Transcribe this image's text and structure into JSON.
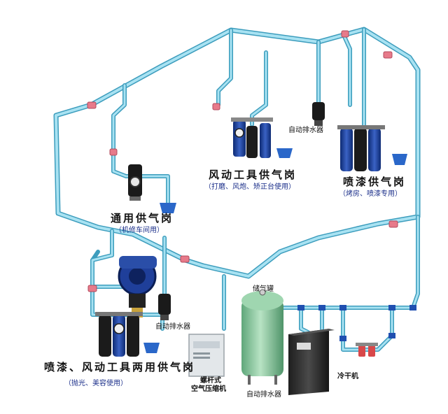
{
  "labels": {
    "general_station": "通用供气岗",
    "general_station_sub": "（机修车间用）",
    "pneumatic_station": "风动工具供气岗",
    "pneumatic_station_sub": "（打磨、风炮、矫正台使用）",
    "spray_station": "喷漆供气岗",
    "spray_station_sub": "（烤房、喷漆专用）",
    "dual_station": "喷漆、风动工具两用供气岗",
    "dual_station_sub": "（抛光、美容使用）",
    "auto_drain_top": "自动排水器",
    "auto_drain_mid": "自动排水器",
    "auto_drain_bottom": "自动排水器",
    "tank": "储气罐",
    "compressor_line1": "螺杆式",
    "compressor_line2": "空气压缩机",
    "dryer": "冷干机"
  },
  "colors": {
    "pipe": "#8fd3ea",
    "pipe_edge": "#3d9dbd",
    "tank": "#8fc9a0",
    "filter_blue": "#1f3f9a",
    "coupler_blue": "#2a67c9",
    "valve_red": "#d8484a"
  }
}
